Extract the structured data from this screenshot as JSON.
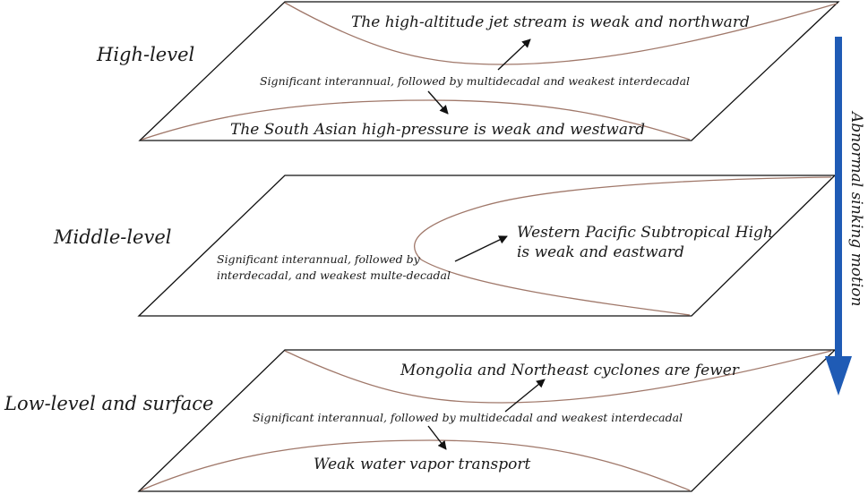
{
  "levels": {
    "high": "High-level",
    "middle": "Middle-level",
    "low": "Low-level and surface"
  },
  "high_plane": {
    "top_text": "The high-altitude jet stream is weak and northward",
    "middle_text": "Significant interannual, followed by multidecadal and  weakest interdecadal",
    "bottom_text": "The South Asian high-pressure  is weak and westward"
  },
  "middle_plane": {
    "box_line1": "Western Pacific Subtropical High",
    "box_line2": "is weak and eastward",
    "left_line1": "Significant interannual, followed by",
    "left_line2": "interdecadal, and weakest multe-decadal"
  },
  "low_plane": {
    "top_text": "Mongolia and Northeast cyclones are fewer",
    "middle_text": "Significant interannual, followed by multidecadal and  weakest interdecadal",
    "bottom_text": "Weak water vapor transport"
  },
  "side_label": "Abnormal sinking motion",
  "colors": {
    "curve": "#a0786a",
    "vertical_arrow": "#1f5bb5",
    "text": "#1a1a1a"
  }
}
